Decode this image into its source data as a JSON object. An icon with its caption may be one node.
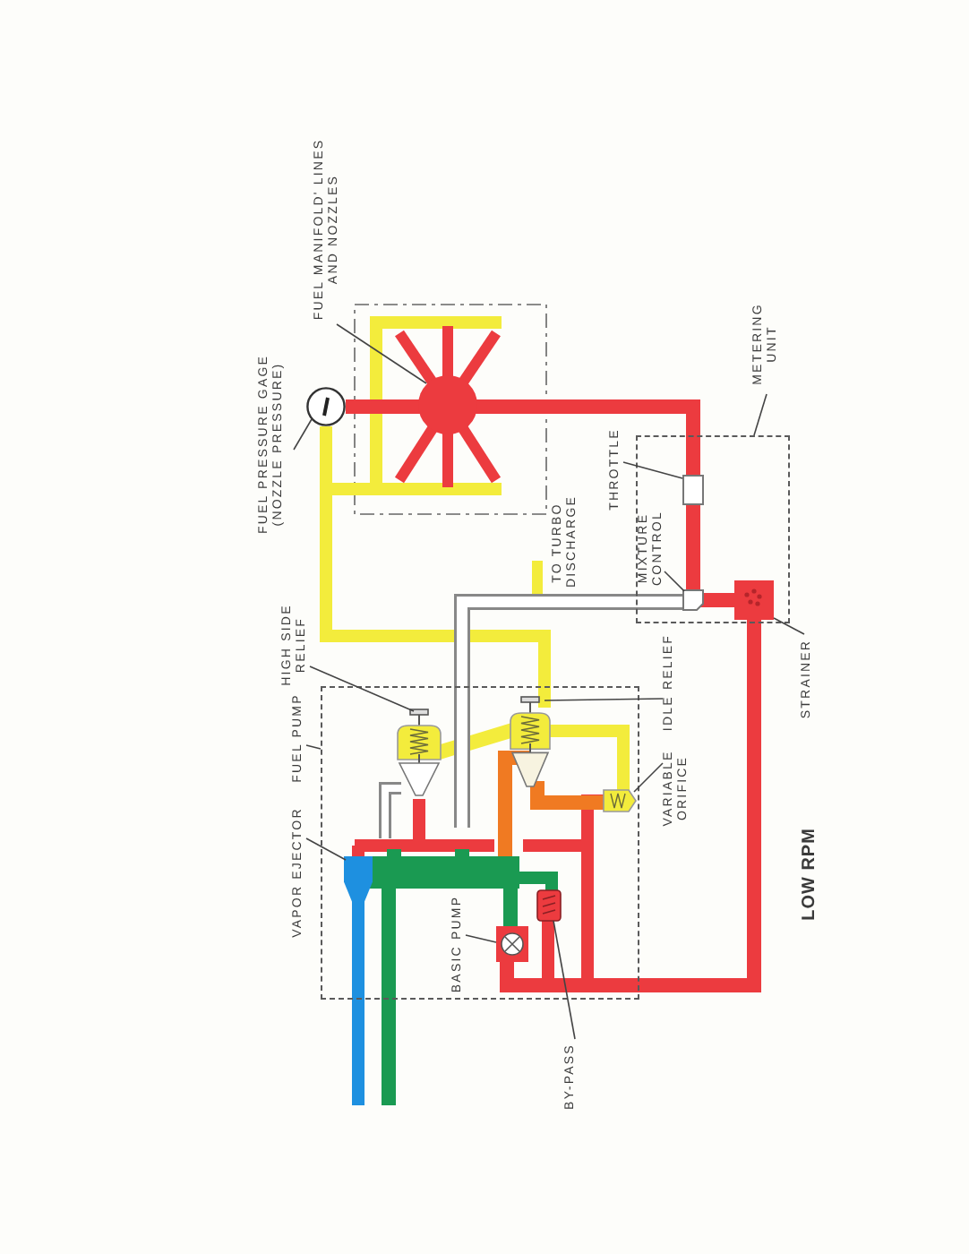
{
  "diagram": {
    "nodes": [
      {
        "text": [
          "FUEL PRESSURE GAGE (NOZZLE PRESSURE)"
        ]
      },
      {
        "text": [],
        "shape": "circle"
      },
      {
        "text": [
          "FUEL MANIFOLD' LINES AND NOZZLES"
        ]
      },
      {
        "text": [],
        "shape": "circle"
      },
      {
        "text": [
          "FUEL PUMP"
        ]
      },
      {
        "text": [],
        "shape": "box"
      },
      {
        "text": [
          "HIGH SIDE RELIEF"
        ]
      },
      {
        "text": [],
        "shape": "valve",
        "in": 5
      },
      {
        "text": [
          "VAPOR EJECTOR"
        ]
      },
      {
        "text": [],
        "shape": "nozzle",
        "in": 5
      },
      {
        "text": [
          "BASIC PUMP"
        ],
        "in": 5
      },
      {
        "text": [],
        "shape": "pump",
        "in": 5
      },
      {
        "text": [
          "IDLE RELIEF"
        ]
      },
      {
        "text": [],
        "shape": "valve",
        "in": 5
      },
      {
        "text": [
          "BY-PASS"
        ]
      },
      {
        "text": [],
        "shape": "valve",
        "in": 5
      },
      {
        "text": [
          "VARIABLE ORIFICE"
        ]
      },
      {
        "text": [],
        "shape": "valve",
        "in": 5
      },
      {
        "text": [
          "METERING UNIT"
        ]
      },
      {
        "text": [],
        "shape": "box"
      },
      {
        "text": [
          "THROTTLE"
        ]
      },
      {
        "text": [],
        "shape": "box",
        "in": 19
      },
      {
        "text": [
          "MIXTURE CONTROL"
        ],
        "in": 19
      },
      {
        "text": [],
        "shape": "box",
        "in": 19
      },
      {
        "text": [
          "STRAINER"
        ]
      },
      {
        "text": [],
        "shape": "box",
        "in": 19
      }
    ],
    "edges": [
      {
        "from": 0,
        "to": 1,
        "arrow": "none"
      },
      {
        "from": 2,
        "to": 3,
        "arrow": "none"
      },
      {
        "from": 4,
        "to": 5,
        "arrow": "none"
      },
      {
        "from": 6,
        "to": 7,
        "arrow": "none"
      },
      {
        "from": 8,
        "to": 9,
        "arrow": "none"
      },
      {
        "from": 10,
        "to": 11,
        "arrow": "none"
      },
      {
        "from": 12,
        "to": 13,
        "arrow": "none"
      },
      {
        "from": 14,
        "to": 15,
        "arrow": "none"
      },
      {
        "from": 16,
        "to": 17,
        "arrow": "none"
      },
      {
        "from": 18,
        "to": 19,
        "arrow": "none"
      },
      {
        "from": 20,
        "to": 21,
        "arrow": "none"
      },
      {
        "from": 22,
        "to": 23,
        "arrow": "none"
      },
      {
        "from": 24,
        "to": 25,
        "arrow": "none"
      }
    ],
    "labels": [
      "TO TURBO DISCHARGE",
      "LOW RPM"
    ]
  }
}
